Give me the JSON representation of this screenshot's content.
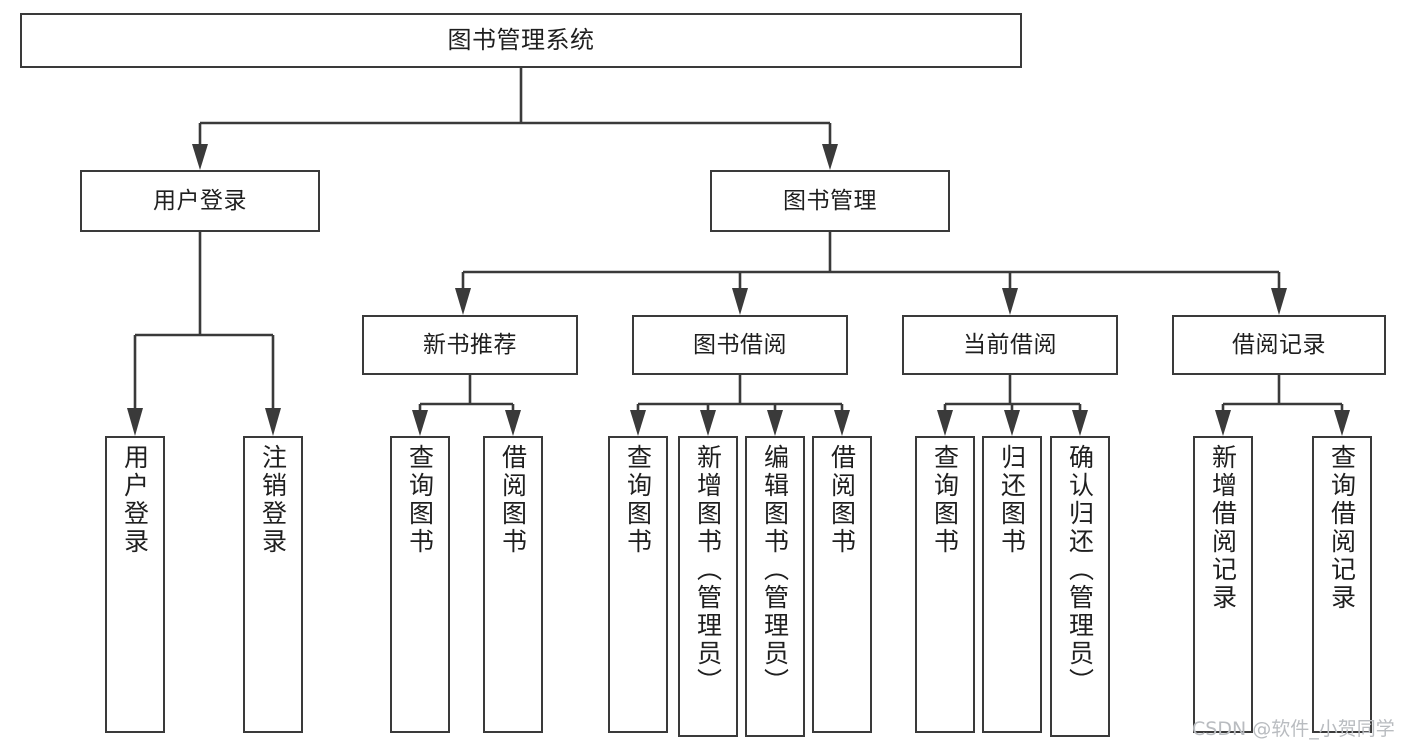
{
  "diagram": {
    "title_node": {
      "label": "图书管理系统"
    },
    "level2": [
      {
        "id": "user-login",
        "label": "用户登录"
      },
      {
        "id": "book-manage",
        "label": "图书管理"
      }
    ],
    "level3": [
      {
        "id": "new-book-recommend",
        "label": "新书推荐"
      },
      {
        "id": "book-borrow",
        "label": "图书借阅"
      },
      {
        "id": "current-borrow",
        "label": "当前借阅"
      },
      {
        "id": "borrow-record",
        "label": "借阅记录"
      }
    ],
    "leaves": [
      {
        "id": "leaf-user-login",
        "label": "用户登录",
        "parent": "用户登录"
      },
      {
        "id": "leaf-logout",
        "label": "注销登录",
        "parent": "用户登录"
      },
      {
        "id": "leaf-query-book-1",
        "label": "查询图书",
        "parent": "新书推荐"
      },
      {
        "id": "leaf-borrow-book-1",
        "label": "借阅图书",
        "parent": "新书推荐"
      },
      {
        "id": "leaf-query-book-2",
        "label": "查询图书",
        "parent": "图书借阅"
      },
      {
        "id": "leaf-add-book",
        "label": "新增图书（管理员）",
        "parent": "图书借阅"
      },
      {
        "id": "leaf-edit-book",
        "label": "编辑图书（管理员）",
        "parent": "图书借阅"
      },
      {
        "id": "leaf-borrow-book-2",
        "label": "借阅图书",
        "parent": "图书借阅"
      },
      {
        "id": "leaf-query-book-3",
        "label": "查询图书",
        "parent": "当前借阅"
      },
      {
        "id": "leaf-return-book",
        "label": "归还图书",
        "parent": "当前借阅"
      },
      {
        "id": "leaf-confirm-return",
        "label": "确认归还（管理员）",
        "parent": "当前借阅"
      },
      {
        "id": "leaf-add-record",
        "label": "新增借阅记录",
        "parent": "借阅记录"
      },
      {
        "id": "leaf-query-record",
        "label": "查询借阅记录",
        "parent": "借阅记录"
      }
    ],
    "colors": {
      "line": "#3a3a3a",
      "box_border": "#3a3a3a",
      "box_fill": "#ffffff",
      "text": "#1f1f1f",
      "watermark": "#b9bcc0"
    }
  },
  "watermark": {
    "text": "CSDN @软件_小贺同学"
  }
}
